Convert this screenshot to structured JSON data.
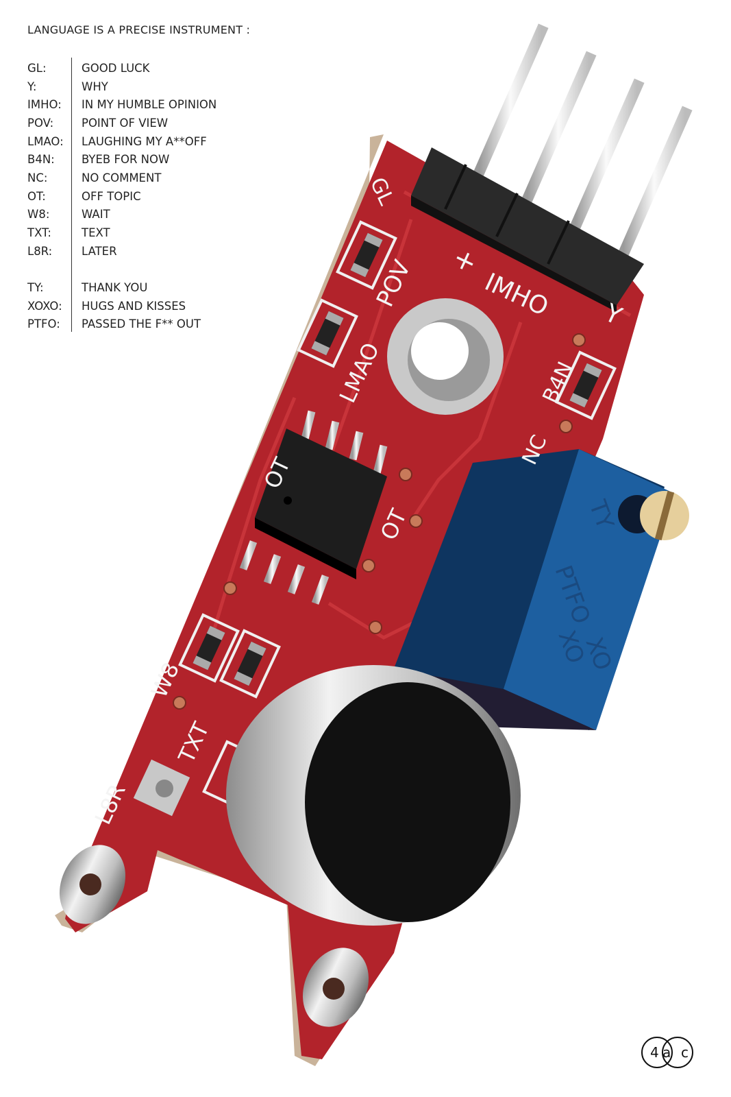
{
  "heading": "LANGUAGE IS A PRECISE INSTRUMENT :",
  "glossary": [
    {
      "abbr": "GL:",
      "meaning": "GOOD LUCK"
    },
    {
      "abbr": "Y:",
      "meaning": "WHY"
    },
    {
      "abbr": "IMHO:",
      "meaning": "IN MY HUMBLE OPINION"
    },
    {
      "abbr": "POV:",
      "meaning": "POINT OF VIEW"
    },
    {
      "abbr": "LMAO:",
      "meaning": "LAUGHING MY A**OFF"
    },
    {
      "abbr": "B4N:",
      "meaning": "BYEB FOR NOW"
    },
    {
      "abbr": "NC:",
      "meaning": "NO COMMENT"
    },
    {
      "abbr": "OT:",
      "meaning": "OFF TOPIC"
    },
    {
      "abbr": "W8:",
      "meaning": "WAIT"
    },
    {
      "abbr": "TXT:",
      "meaning": "TEXT"
    },
    {
      "abbr": "L8R:",
      "meaning": "LATER"
    }
  ],
  "glossary2": [
    {
      "abbr": "TY:",
      "meaning": "THANK YOU"
    },
    {
      "abbr": "XOXO:",
      "meaning": "HUGS AND KISSES"
    },
    {
      "abbr": "PTFO:",
      "meaning": "PASSED THE F** OUT"
    }
  ],
  "board_labels": {
    "gl": "GL",
    "plus": "+",
    "imho": "IMHO",
    "y": "Y",
    "pov": "POV",
    "lmao": "LMAO",
    "b4n": "B4N",
    "nc": "NC",
    "ot1": "OT",
    "ot2": "OT",
    "w8": "W8",
    "txt": "TXT",
    "l8r": "L8R",
    "ty": "TY",
    "ptfo": "PTFO",
    "xo1": "XO",
    "xo2": "XO"
  },
  "logo": {
    "left": "4",
    "middle": "a",
    "right": "c"
  },
  "colors": {
    "pcb": "#b2232b",
    "pcb_edge": "#c9b39a",
    "pot": "#1d5fa0",
    "header": "#2a2a2a"
  }
}
